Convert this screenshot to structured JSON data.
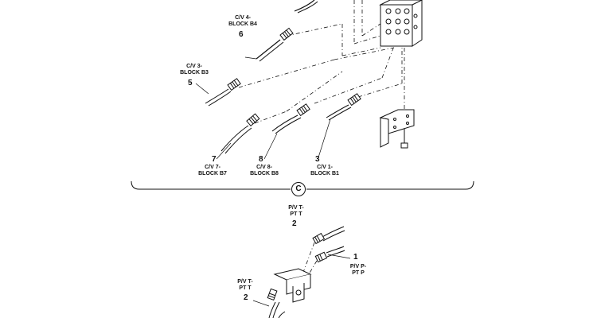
{
  "labels": {
    "cv4": [
      "C/V 4-",
      "BLOCK B4"
    ],
    "cv3": [
      "C/V 3-",
      "BLOCK B3"
    ],
    "cv7": [
      "C/V 7-",
      "BLOCK B7"
    ],
    "cv8": [
      "C/V 8-",
      "BLOCK B8"
    ],
    "cv1": [
      "C/V 1-",
      "BLOCK B1"
    ],
    "pvt_top": [
      "P/V T-",
      "PT T"
    ],
    "pvp": [
      "P/V P-",
      "PT P"
    ],
    "pvt_bottom": [
      "P/V T-",
      "PT T"
    ]
  },
  "numbers": {
    "n6": "6",
    "n5": "5",
    "n7": "7",
    "n8": "8",
    "n3": "3",
    "n2_top": "2",
    "n1": "1",
    "n2_bottom": "2"
  },
  "section_marker": "C",
  "colors": {
    "ink": "#111111",
    "background": "#ffffff"
  }
}
